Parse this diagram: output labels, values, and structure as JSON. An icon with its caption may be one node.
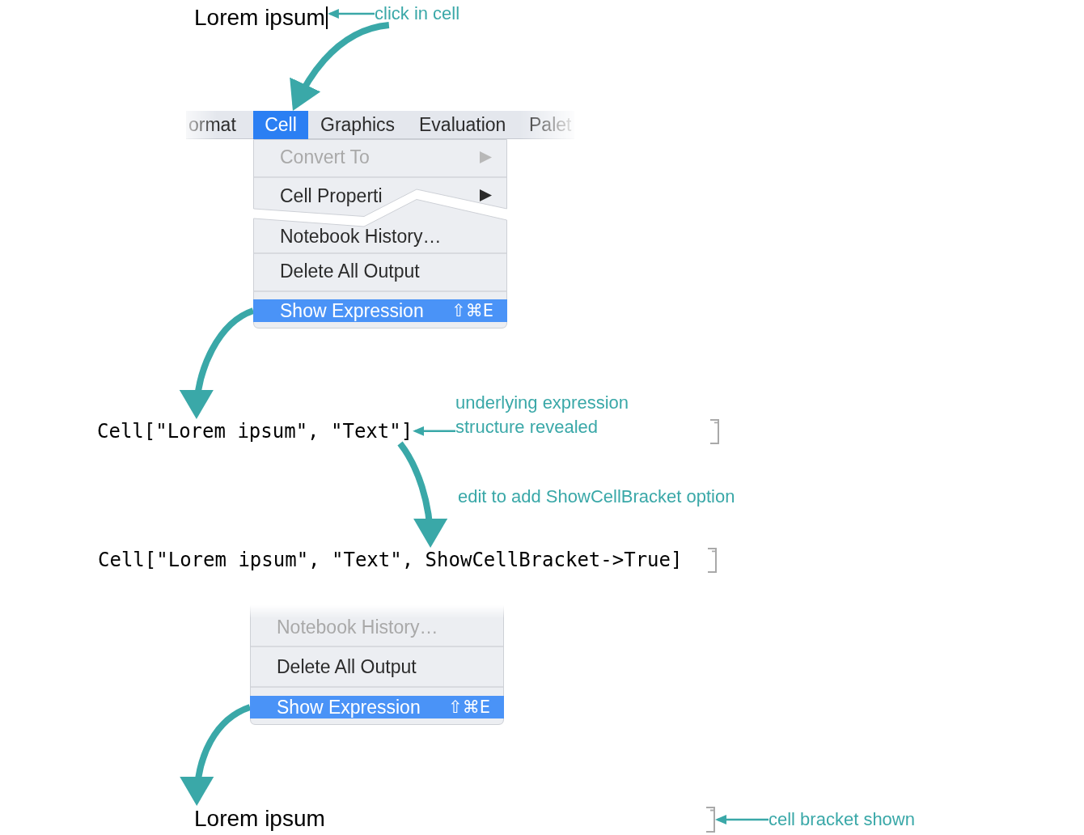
{
  "diagram": {
    "nodes": [
      {
        "text": [
          "Lorem ipsum"
        ]
      },
      {
        "text": [
          "click in cell"
        ]
      },
      {
        "text": [],
        "shape": "bar"
      },
      {
        "text": [
          "ormat"
        ],
        "in": 2
      },
      {
        "text": [
          "Cell"
        ],
        "in": 2
      },
      {
        "text": [
          "Graphics"
        ],
        "in": 2
      },
      {
        "text": [
          "Evaluation"
        ],
        "in": 2
      },
      {
        "text": [
          "Palet"
        ],
        "in": 2
      },
      {
        "text": [],
        "shape": "box"
      },
      {
        "text": [
          "Convert To"
        ],
        "in": 8
      },
      {
        "text": [
          "Cell Properti"
        ],
        "in": 8
      },
      {
        "text": [],
        "shape": "box"
      },
      {
        "text": [
          "Notebook History…"
        ],
        "in": 11
      },
      {
        "text": [
          "Delete All Output"
        ],
        "in": 11
      },
      {
        "text": [
          "Show Expression",
          "⇧⌘E"
        ],
        "in": 11
      },
      {
        "text": [
          "Cell[\"Lorem ipsum\", \"Text\"]"
        ]
      },
      {
        "text": [
          "underlying expression structure revealed"
        ]
      },
      {
        "text": [],
        "shape": "bracket"
      },
      {
        "text": [
          "Cell[\"Lorem ipsum\", \"Text\", ShowCellBracket->True]"
        ]
      },
      {
        "text": [],
        "shape": "bracket"
      },
      {
        "text": [],
        "shape": "box"
      },
      {
        "text": [
          "Notebook History…"
        ],
        "in": 20
      },
      {
        "text": [
          "Delete All Output"
        ],
        "in": 20
      },
      {
        "text": [
          "Show Expression",
          "⇧⌘E"
        ],
        "in": 20
      },
      {
        "text": [
          "Lorem ipsum"
        ]
      },
      {
        "text": [],
        "shape": "bracket"
      },
      {
        "text": [
          "cell bracket shown"
        ]
      }
    ],
    "edges": [
      {
        "from": 1,
        "to": 0,
        "arrow": "to"
      },
      {
        "from": 1,
        "to": 4,
        "arrow": "to"
      },
      {
        "from": 14,
        "to": 15,
        "arrow": "to"
      },
      {
        "from": 16,
        "to": 15,
        "arrow": "to"
      },
      {
        "from": 15,
        "to": 18,
        "arrow": "to",
        "label": "edit to add ShowCellBracket option"
      },
      {
        "from": 23,
        "to": 24,
        "arrow": "to"
      },
      {
        "from": 26,
        "to": 25,
        "arrow": "to"
      }
    ]
  }
}
